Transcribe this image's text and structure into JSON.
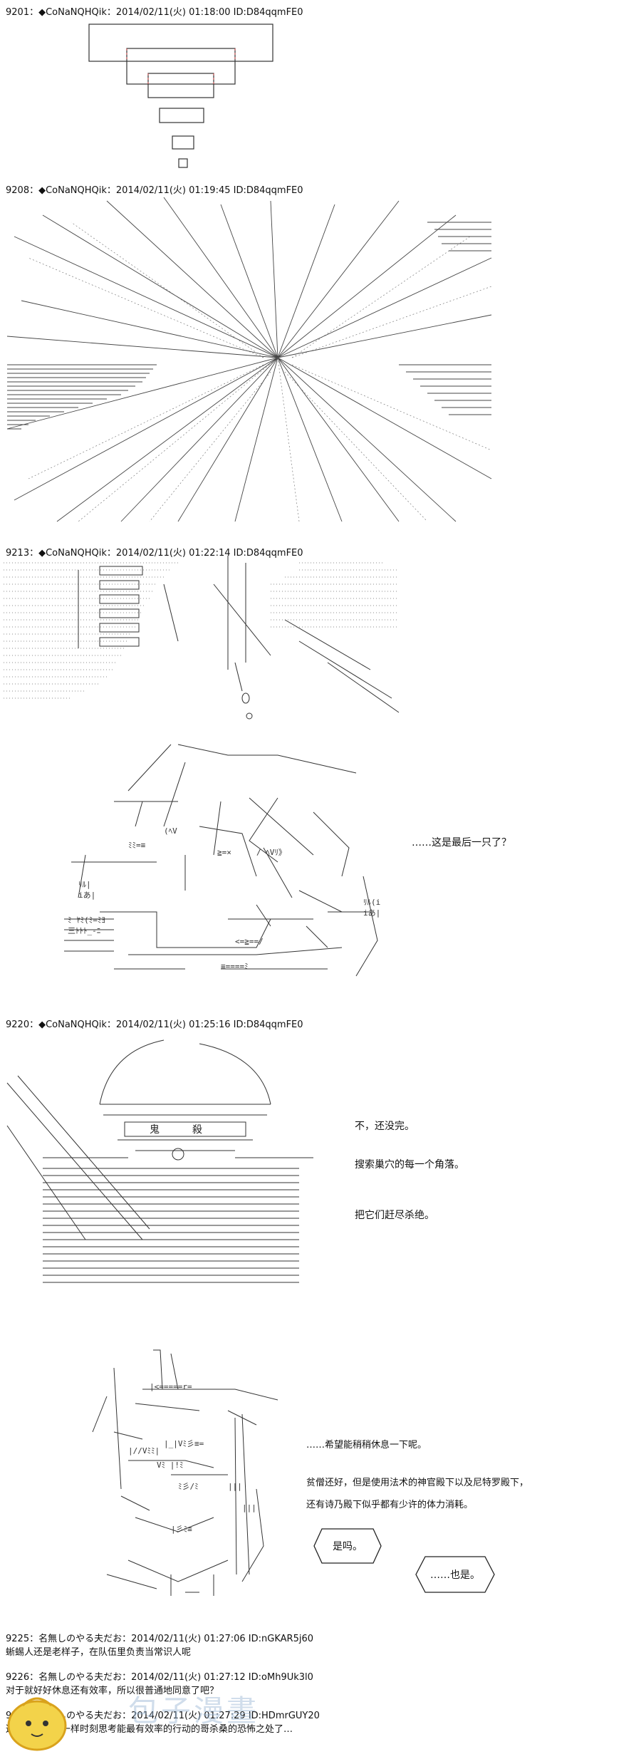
{
  "posts": [
    {
      "header": "9201：◆CoNaNQHQik：2014/02/11(火) 01:18:00 ID:D84qqmFE0"
    },
    {
      "header": "9208：◆CoNaNQHQik：2014/02/11(火) 01:19:45 ID:D84qqmFE0"
    },
    {
      "header": "9213：◆CoNaNQHQik：2014/02/11(火) 01:22:14 ID:D84qqmFE0"
    },
    {
      "header": "9220：◆CoNaNQHQik：2014/02/11(火) 01:25:16 ID:D84qqmFE0"
    },
    {
      "header": "9225：名無しのやる夫だお：2014/02/11(火) 01:27:06 ID:nGKAR5j60",
      "body": "蜥蜴人还是老样子，在队伍里负责当常识人呢"
    },
    {
      "header": "9226：名無しのやる夫だお：2014/02/11(火) 01:27:12 ID:oMh9Uk3l0",
      "body": "对于就好好休息还有效率，所以很普通地同意了吧？"
    },
    {
      "header": "9227：名無しのやる夫だお：2014/02/11(火) 01:27:29 ID:HDmrGUY20",
      "body": "这里还是机械一样时刻思考能最有效率的行动的哥杀桑的恐怖之处了…"
    }
  ],
  "dialogue": {
    "last_one": "……这是最后一只了？",
    "not_over": "不，还没完。",
    "search_nest": "搜索巢穴的每一个角落。",
    "kill_all": "把它们赶尽杀绝。",
    "rest_hope": "……希望能稍稍休息一下呢。",
    "priest_line1": "贫僧还好，但是使用法术的神官殿下以及尼特罗殿下，",
    "priest_line2": "还有诗乃殿下似乎都有少许的体力消耗。",
    "is_that_so": "是吗。",
    "that_so": "……也是。"
  },
  "art": {
    "kanji_oni": "鬼",
    "kanji_satsu": "殺"
  },
  "watermark": {
    "text": "包子漫畫"
  }
}
